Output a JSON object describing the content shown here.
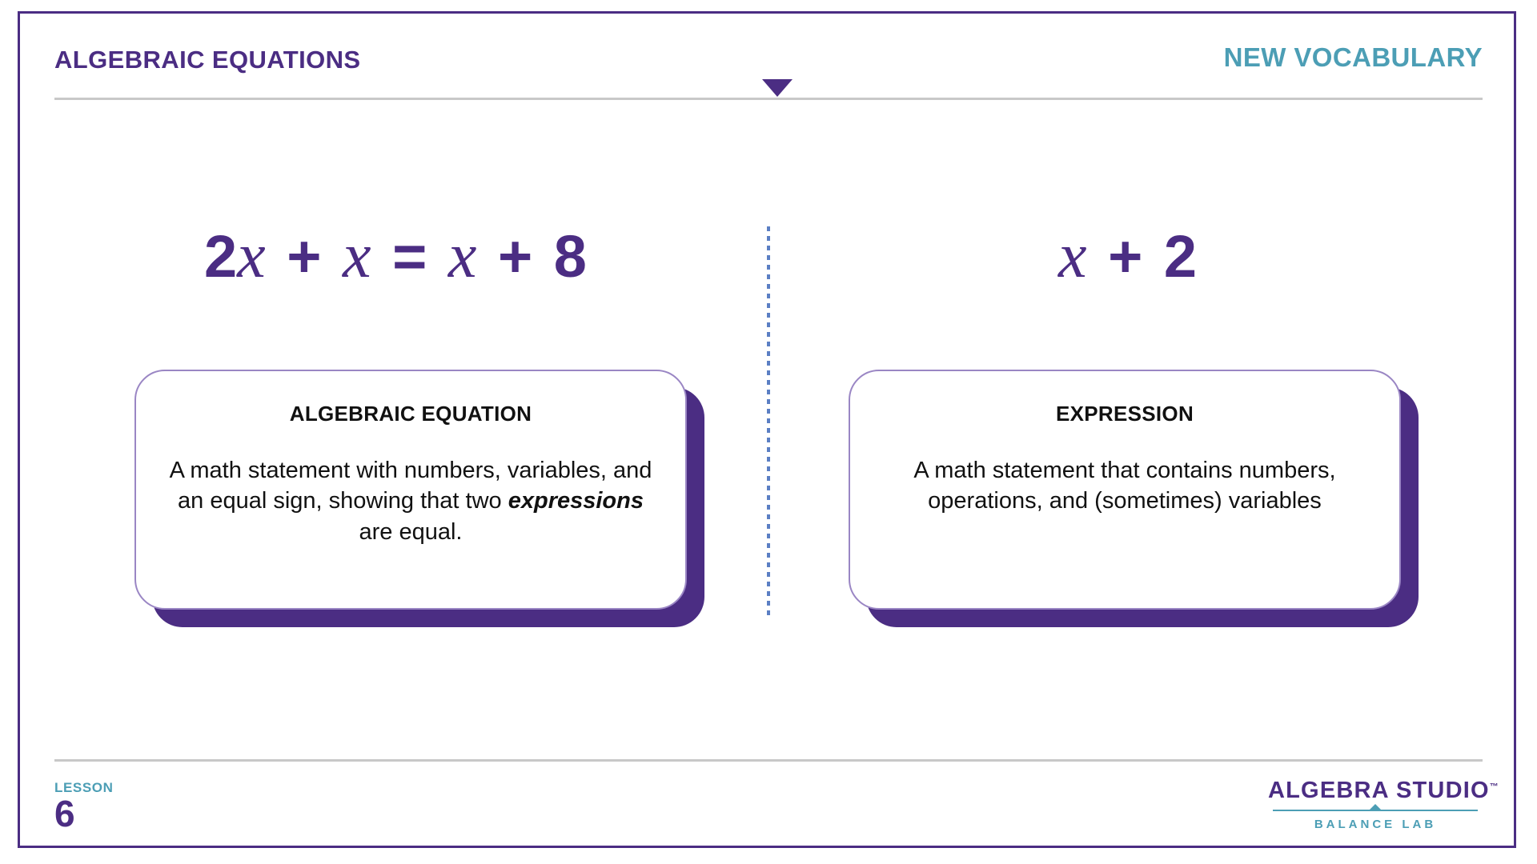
{
  "slide": {
    "accent_purple": "#4b2d83",
    "accent_teal": "#4c9eb5",
    "rule_gray": "#c8c8c8",
    "dotted_blue": "#5b7fc4"
  },
  "header": {
    "title": "ALGEBRAIC EQUATIONS",
    "eyebrow": "NEW VOCABULARY"
  },
  "columns": {
    "left": {
      "equation": {
        "full": "2x + x = x + 8",
        "tokens": [
          "2",
          "x",
          "+",
          "x",
          "=",
          "x",
          "+",
          "8"
        ]
      },
      "card": {
        "title": "ALGEBRAIC EQUATION",
        "body_plain": "A math statement with numbers, variables, and an equal sign, showing that two expressions are equal.",
        "body_part_1": "A math statement with numbers, variables, and an equal sign, showing that two ",
        "body_emphasis": "expressions",
        "body_part_2": " are equal."
      }
    },
    "right": {
      "equation": {
        "full": "x + 2",
        "tokens": [
          "x",
          "+",
          "2"
        ]
      },
      "card": {
        "title": "EXPRESSION",
        "body_plain": "A math statement that contains numbers, operations, and (sometimes) variables"
      }
    }
  },
  "footer": {
    "lesson_label": "LESSON",
    "lesson_number": "6",
    "logo_main": "ALGEBRA STUDIO",
    "logo_trademark": "™",
    "logo_sub": "BALANCE LAB"
  }
}
